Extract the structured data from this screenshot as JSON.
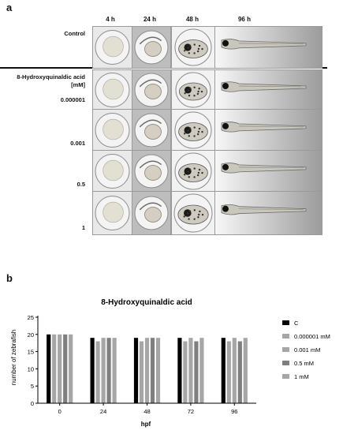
{
  "panel_a": {
    "letter": "a",
    "time_labels": [
      "4 h",
      "24 h",
      "48 h",
      "96 h"
    ],
    "control_label": "Control",
    "compound_label_line1": "8-Hydroxyquinaldic acid",
    "compound_label_line2": "[mM]",
    "concentration_labels": [
      "0.000001",
      "0.001",
      "0.5",
      "1"
    ]
  },
  "panel_b": {
    "letter": "b"
  },
  "chart_data": {
    "type": "bar",
    "title": "8-Hydroxyquinaldic acid",
    "xlabel": "hpf",
    "ylabel": "number of zebrafish",
    "categories": [
      "0",
      "24",
      "48",
      "72",
      "96"
    ],
    "ylim": [
      0,
      25
    ],
    "yticks": [
      0,
      5,
      10,
      15,
      20,
      25
    ],
    "grid": false,
    "legend_position": "right",
    "series": [
      {
        "name": "C",
        "color": "#000000",
        "values": [
          20,
          19,
          19,
          19,
          19
        ]
      },
      {
        "name": "0.000001 mM",
        "color": "#a6a6a6",
        "values": [
          20,
          18,
          18,
          18,
          18
        ]
      },
      {
        "name": "0.001 mM",
        "color": "#a6a6a6",
        "values": [
          20,
          19,
          19,
          19,
          19
        ]
      },
      {
        "name": "0.5 mM",
        "color": "#7f7f7f",
        "values": [
          20,
          19,
          19,
          18,
          18
        ]
      },
      {
        "name": "1 mM",
        "color": "#a6a6a6",
        "values": [
          20,
          19,
          19,
          19,
          19
        ]
      }
    ]
  }
}
